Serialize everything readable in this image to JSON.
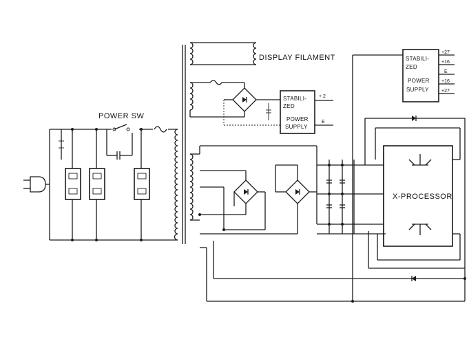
{
  "labels": {
    "display_filament": "DISPLAY FILAMENT",
    "power_sw": "POWER SW",
    "x_processor": "X-PROCESSOR"
  },
  "psu_small": {
    "line1": "STABILI-",
    "line2": "ZED",
    "line3": "POWER",
    "line4": "SUPPLY",
    "out_pos": "+ 2",
    "out_e": "E"
  },
  "psu_large": {
    "line1": "STABILI-",
    "line2": "ZED",
    "line3": "POWER",
    "line4": "SUPPLY",
    "out1": "+27",
    "out2": "+16",
    "out3": "E",
    "out4": "+16",
    "out5": "+27"
  }
}
